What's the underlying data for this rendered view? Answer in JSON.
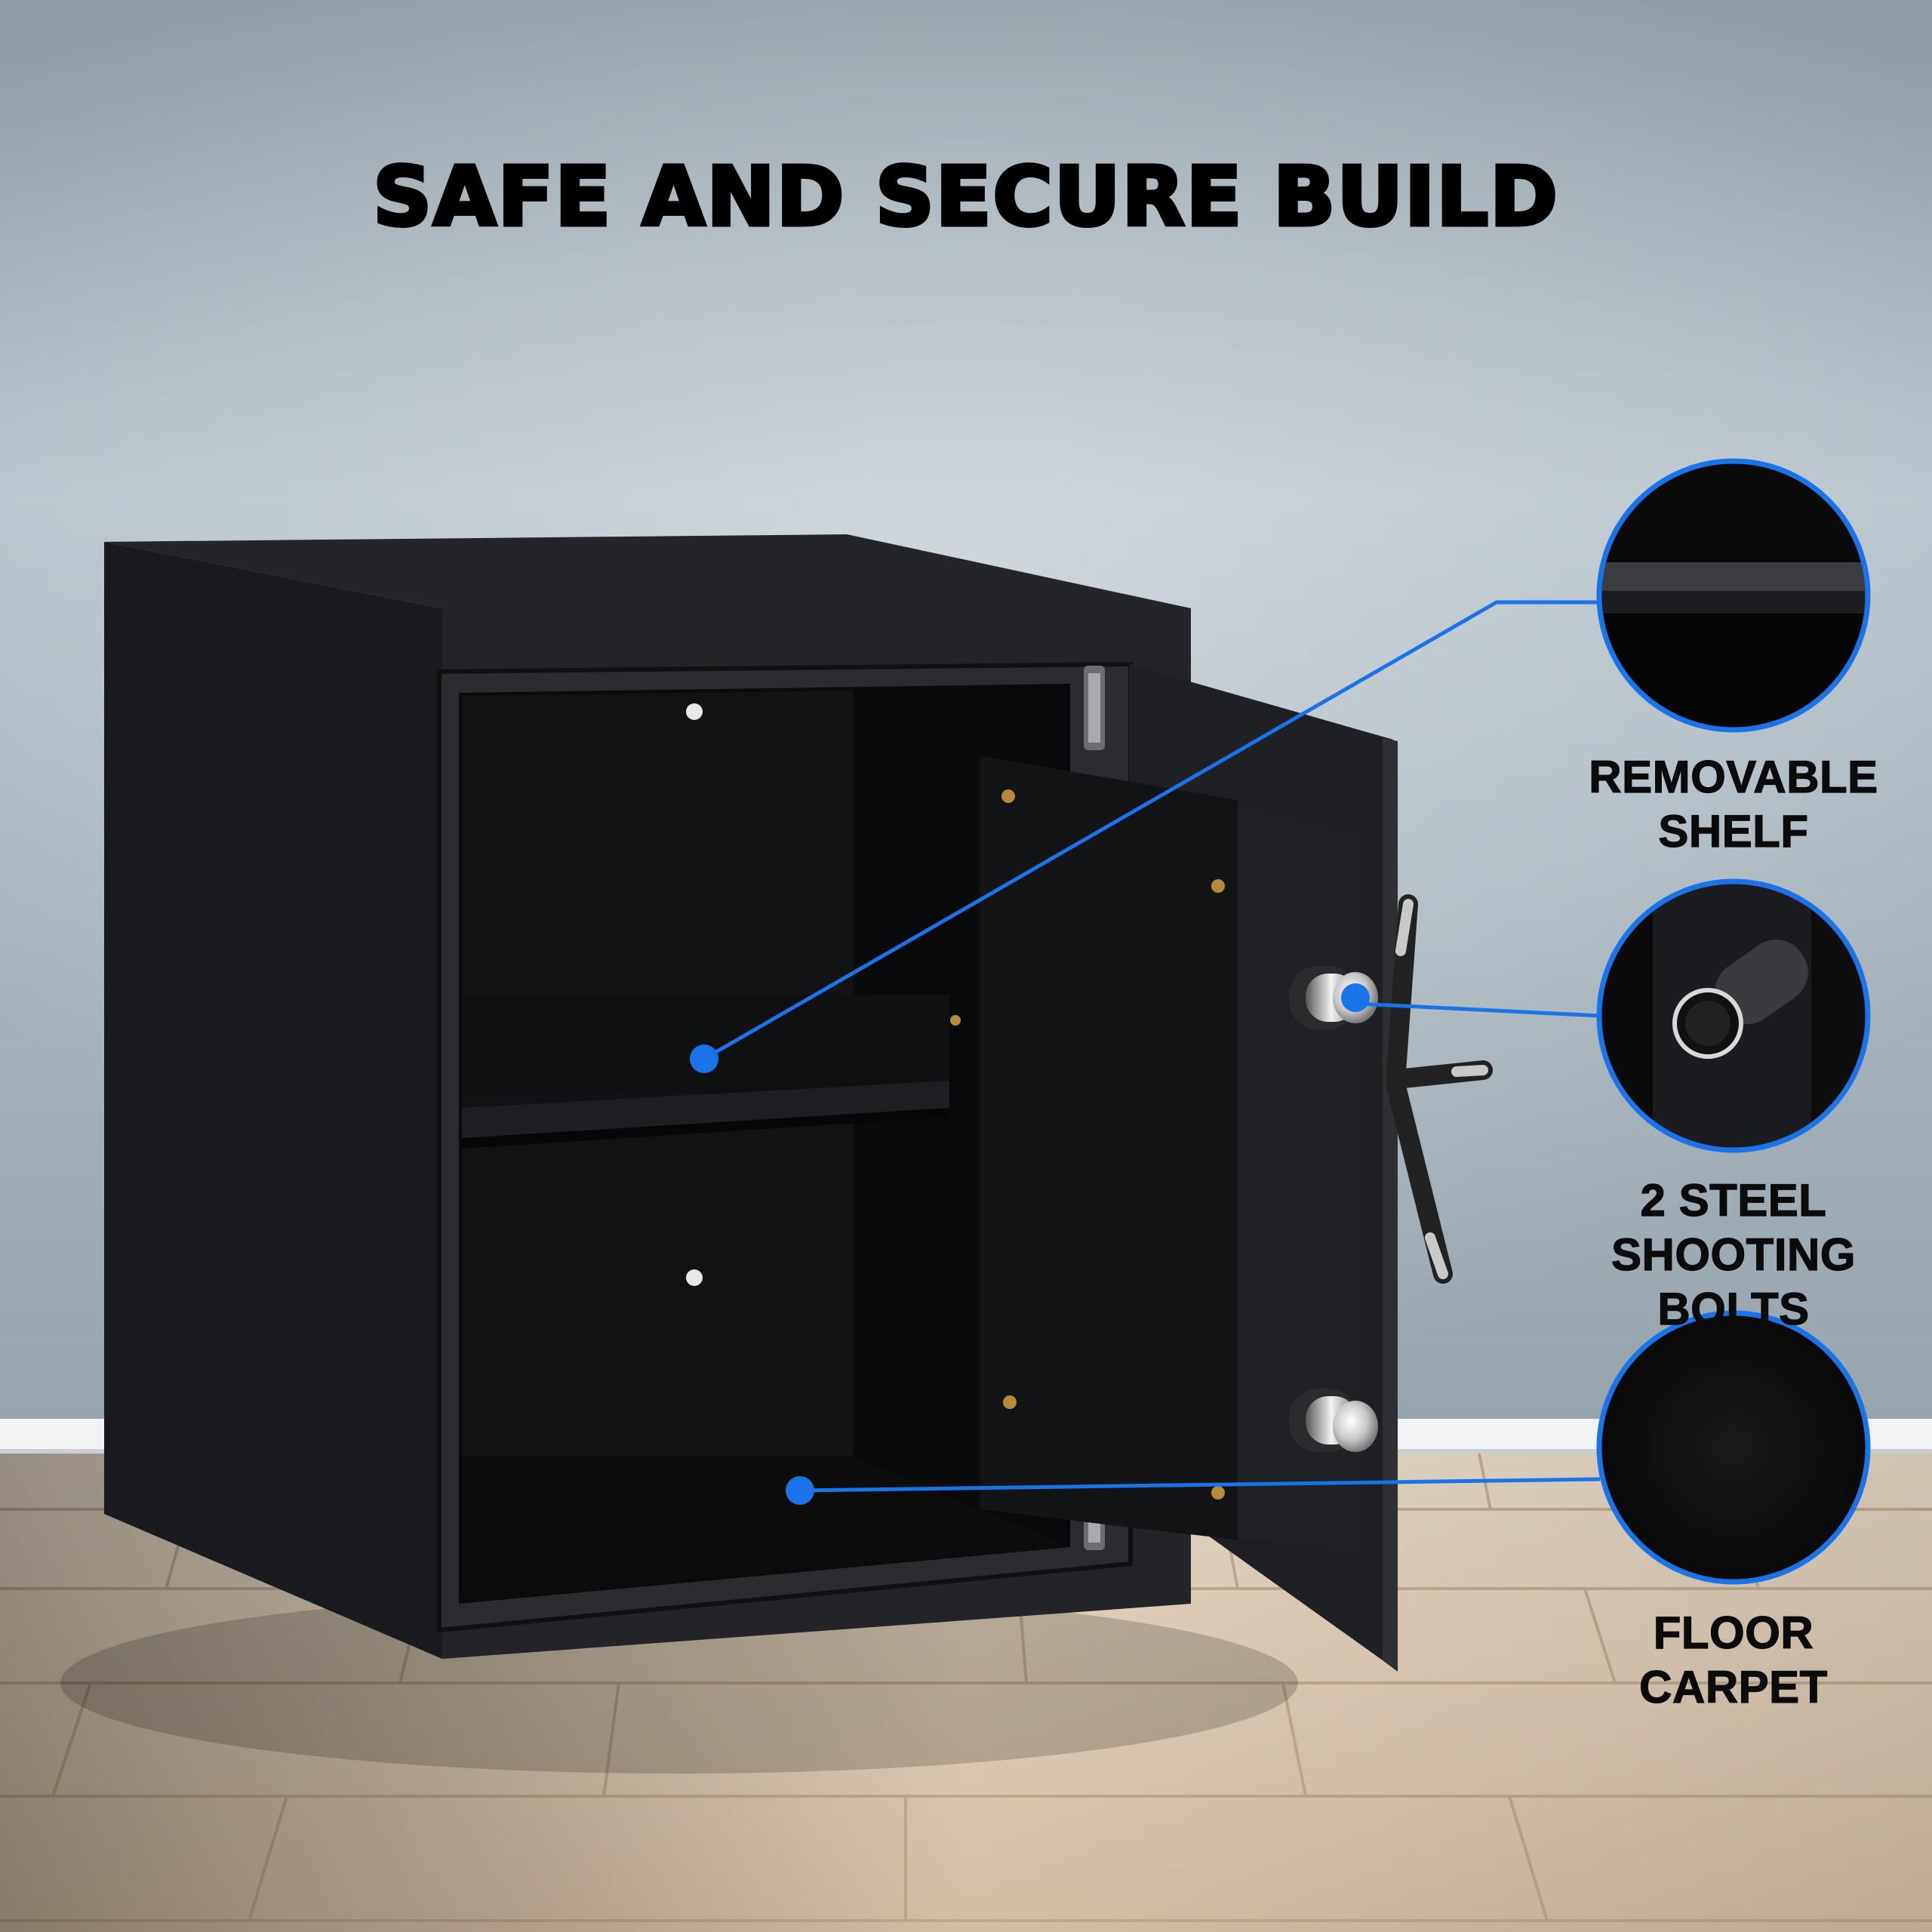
{
  "headline": "SAFE AND SECURE BUILD",
  "accent_color": "#1a73e8",
  "features": [
    {
      "line1": "REMOVABLE",
      "line2": "SHELF",
      "icon": "shelf-closeup"
    },
    {
      "line1": "2 STEEL",
      "line2": "SHOOTING BOLTS",
      "icon": "bolt-closeup"
    },
    {
      "line1": "FLOOR",
      "line2": "CARPET",
      "icon": "carpet-closeup"
    }
  ]
}
